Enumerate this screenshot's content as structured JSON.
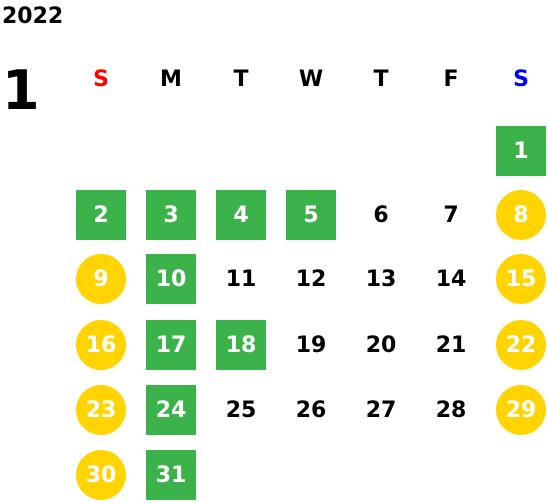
{
  "calendar": {
    "year": "2022",
    "month": "1",
    "colors": {
      "green": "#3bb34a",
      "yellow": "#ffd400",
      "sunday": "#ff0000",
      "saturday": "#0000ff"
    },
    "weekdays": [
      "S",
      "M",
      "T",
      "W",
      "T",
      "F",
      "S"
    ],
    "weeks": [
      [
        null,
        null,
        null,
        null,
        null,
        null,
        {
          "day": "1",
          "style": "green"
        }
      ],
      [
        {
          "day": "2",
          "style": "green"
        },
        {
          "day": "3",
          "style": "green"
        },
        {
          "day": "4",
          "style": "green"
        },
        {
          "day": "5",
          "style": "green"
        },
        {
          "day": "6",
          "style": "plain"
        },
        {
          "day": "7",
          "style": "plain"
        },
        {
          "day": "8",
          "style": "yellow"
        }
      ],
      [
        {
          "day": "9",
          "style": "yellow"
        },
        {
          "day": "10",
          "style": "green"
        },
        {
          "day": "11",
          "style": "plain"
        },
        {
          "day": "12",
          "style": "plain"
        },
        {
          "day": "13",
          "style": "plain"
        },
        {
          "day": "14",
          "style": "plain"
        },
        {
          "day": "15",
          "style": "yellow"
        }
      ],
      [
        {
          "day": "16",
          "style": "yellow"
        },
        {
          "day": "17",
          "style": "green"
        },
        {
          "day": "18",
          "style": "green"
        },
        {
          "day": "19",
          "style": "plain"
        },
        {
          "day": "20",
          "style": "plain"
        },
        {
          "day": "21",
          "style": "plain"
        },
        {
          "day": "22",
          "style": "yellow"
        }
      ],
      [
        {
          "day": "23",
          "style": "yellow"
        },
        {
          "day": "24",
          "style": "green"
        },
        {
          "day": "25",
          "style": "plain"
        },
        {
          "day": "26",
          "style": "plain"
        },
        {
          "day": "27",
          "style": "plain"
        },
        {
          "day": "28",
          "style": "plain"
        },
        {
          "day": "29",
          "style": "yellow"
        }
      ],
      [
        {
          "day": "30",
          "style": "yellow"
        },
        {
          "day": "31",
          "style": "green"
        },
        null,
        null,
        null,
        null,
        null
      ]
    ]
  }
}
